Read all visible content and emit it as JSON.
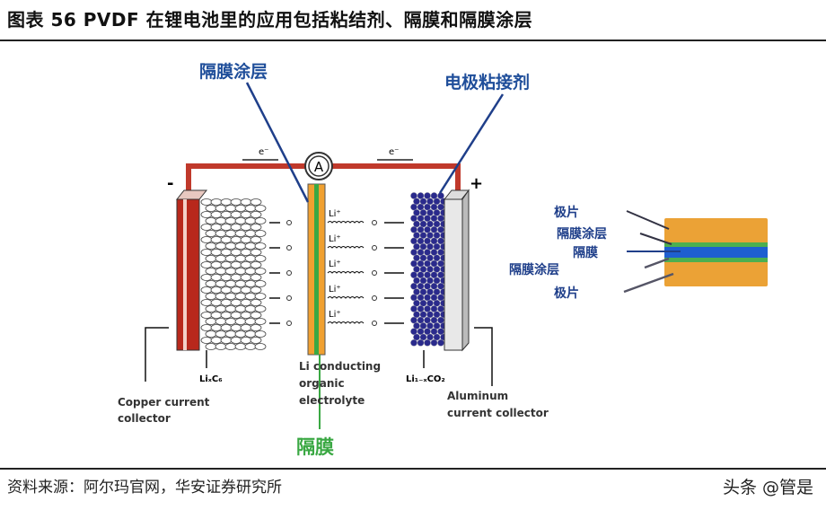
{
  "title": "图表 56 PVDF 在锂电池里的应用包括粘结剂、隔膜和隔膜涂层",
  "diagram": {
    "callouts": {
      "separator_coating": "隔膜涂层",
      "electrode_binder": "电极粘接剂",
      "separator": "隔膜"
    },
    "electron_label": "e⁻",
    "ammeter": "A",
    "minus": "-",
    "plus": "+",
    "li_ion": "Li⁺",
    "anode_label": "LiₓC₆",
    "cathode_label": "Li₁₋ₓCO₂",
    "electrolyte_label": [
      "Li conducting",
      "organic",
      "electrolyte"
    ],
    "copper_label": [
      "Copper current",
      "collector"
    ],
    "aluminum_label": [
      "Aluminum",
      "current collector"
    ],
    "colors": {
      "wire": "#c0392b",
      "separator_coating": "#f0a030",
      "separator": "#3aa843",
      "callout_blue": "#1f4e9a",
      "cathode": "#2a2a8c"
    }
  },
  "layers": {
    "labels": [
      "极片",
      "隔膜涂层",
      "隔膜",
      "隔膜涂层",
      "极片"
    ],
    "colors": {
      "electrode": "#eba236",
      "coating": "#4caf50",
      "separator": "#1e5fd0",
      "text": "#1f3f8a"
    }
  },
  "source": "资料来源：阿尔玛官网，华安证券研究所",
  "watermark": "头条 @管是"
}
